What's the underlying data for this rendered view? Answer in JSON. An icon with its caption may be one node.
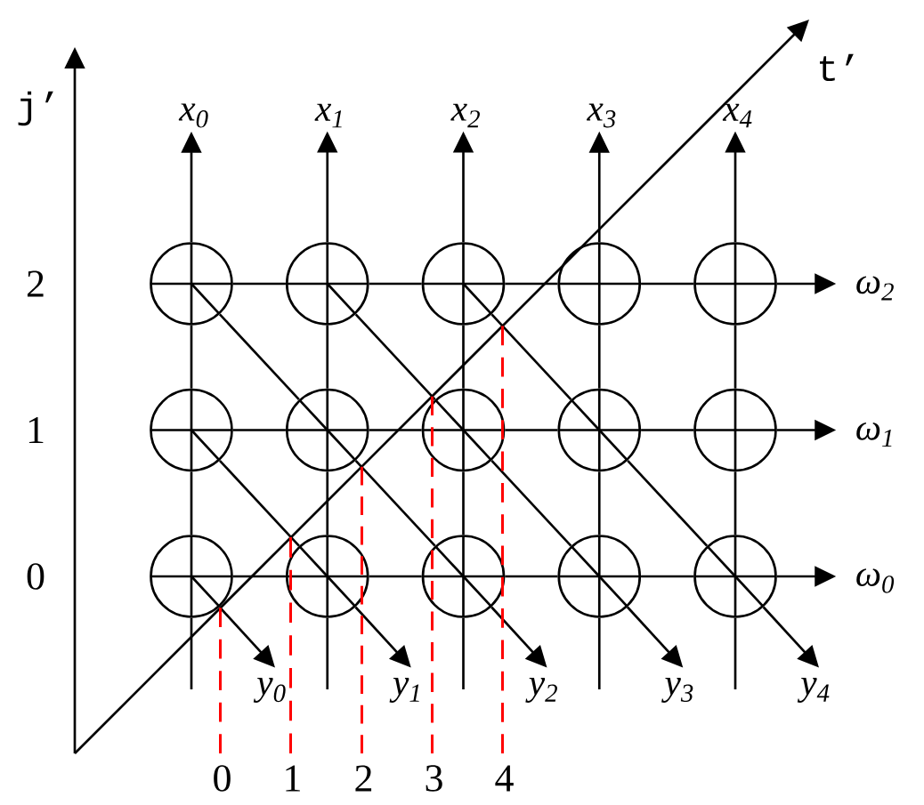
{
  "diagram": {
    "nodes": [
      {
        "text": [
          "x$_{0}$"
        ]
      },
      {
        "text": [
          "x$_{1}$"
        ]
      },
      {
        "text": [
          "x$_{2}$"
        ]
      },
      {
        "text": [
          "x$_{3}$"
        ]
      },
      {
        "text": [
          "x$_{4}$"
        ]
      },
      {
        "text": [],
        "shape": "circle"
      },
      {
        "text": [],
        "shape": "circle"
      },
      {
        "text": [],
        "shape": "circle"
      },
      {
        "text": [],
        "shape": "circle"
      },
      {
        "text": [],
        "shape": "circle"
      },
      {
        "text": [
          "ω$_{2}$"
        ]
      },
      {
        "text": [],
        "shape": "circle"
      },
      {
        "text": [],
        "shape": "circle"
      },
      {
        "text": [],
        "shape": "circle"
      },
      {
        "text": [],
        "shape": "circle"
      },
      {
        "text": [],
        "shape": "circle"
      },
      {
        "text": [
          "ω$_{1}$"
        ]
      },
      {
        "text": [],
        "shape": "circle"
      },
      {
        "text": [],
        "shape": "circle"
      },
      {
        "text": [],
        "shape": "circle"
      },
      {
        "text": [],
        "shape": "circle"
      },
      {
        "text": [],
        "shape": "circle"
      },
      {
        "text": [
          "ω$_{0}$"
        ]
      },
      {
        "text": [
          "y$_{0}$"
        ]
      },
      {
        "text": [
          "y$_{1}$"
        ]
      },
      {
        "text": [
          "y$_{2}$"
        ]
      },
      {
        "text": [
          "y$_{3}$"
        ]
      },
      {
        "text": [
          "y$_{4}$"
        ]
      }
    ],
    "edges": [
      {
        "from": null,
        "to": 17,
        "arrow": "none"
      },
      {
        "from": 17,
        "to": 11,
        "arrow": "none"
      },
      {
        "from": 11,
        "to": 5,
        "arrow": "none"
      },
      {
        "from": 5,
        "to": 0,
        "arrow": "to"
      },
      {
        "from": null,
        "to": 18,
        "arrow": "none"
      },
      {
        "from": 18,
        "to": 12,
        "arrow": "none"
      },
      {
        "from": 12,
        "to": 6,
        "arrow": "none"
      },
      {
        "from": 6,
        "to": 1,
        "arrow": "to"
      },
      {
        "from": null,
        "to": 19,
        "arrow": "none"
      },
      {
        "from": 19,
        "to": 13,
        "arrow": "none"
      },
      {
        "from": 13,
        "to": 7,
        "arrow": "none"
      },
      {
        "from": 7,
        "to": 2,
        "arrow": "to"
      },
      {
        "from": null,
        "to": 20,
        "arrow": "none"
      },
      {
        "from": 20,
        "to": 14,
        "arrow": "none"
      },
      {
        "from": 14,
        "to": 8,
        "arrow": "none"
      },
      {
        "from": 8,
        "to": 3,
        "arrow": "to"
      },
      {
        "from": null,
        "to": 21,
        "arrow": "none"
      },
      {
        "from": 21,
        "to": 15,
        "arrow": "none"
      },
      {
        "from": 15,
        "to": 9,
        "arrow": "none"
      },
      {
        "from": 9,
        "to": 4,
        "arrow": "to"
      },
      {
        "from": 5,
        "to": 6,
        "arrow": "none"
      },
      {
        "from": 6,
        "to": 7,
        "arrow": "none"
      },
      {
        "from": 7,
        "to": 8,
        "arrow": "none"
      },
      {
        "from": 8,
        "to": 9,
        "arrow": "none"
      },
      {
        "from": 9,
        "to": 10,
        "arrow": "to"
      },
      {
        "from": 11,
        "to": 12,
        "arrow": "none"
      },
      {
        "from": 12,
        "to": 13,
        "arrow": "none"
      },
      {
        "from": 13,
        "to": 14,
        "arrow": "none"
      },
      {
        "from": 14,
        "to": 15,
        "arrow": "none"
      },
      {
        "from": 15,
        "to": 16,
        "arrow": "to"
      },
      {
        "from": 17,
        "to": 18,
        "arrow": "none"
      },
      {
        "from": 18,
        "to": 19,
        "arrow": "none"
      },
      {
        "from": 19,
        "to": 20,
        "arrow": "none"
      },
      {
        "from": 20,
        "to": 21,
        "arrow": "none"
      },
      {
        "from": 21,
        "to": 22,
        "arrow": "to"
      },
      {
        "from": 17,
        "to": 23,
        "arrow": "to"
      },
      {
        "from": 11,
        "to": 18,
        "arrow": "none"
      },
      {
        "from": 18,
        "to": 24,
        "arrow": "to"
      },
      {
        "from": 5,
        "to": 12,
        "arrow": "none"
      },
      {
        "from": 12,
        "to": 19,
        "arrow": "none"
      },
      {
        "from": 19,
        "to": 25,
        "arrow": "to"
      },
      {
        "from": 6,
        "to": 13,
        "arrow": "none"
      },
      {
        "from": 13,
        "to": 20,
        "arrow": "none"
      },
      {
        "from": 20,
        "to": 26,
        "arrow": "to"
      },
      {
        "from": 7,
        "to": 14,
        "arrow": "none"
      },
      {
        "from": 14,
        "to": 21,
        "arrow": "none"
      },
      {
        "from": 21,
        "to": 27,
        "arrow": "to"
      }
    ],
    "labels": [
      "j’",
      "t’",
      "2",
      "1",
      "0",
      "0",
      "1",
      "2",
      "3",
      "4"
    ]
  }
}
